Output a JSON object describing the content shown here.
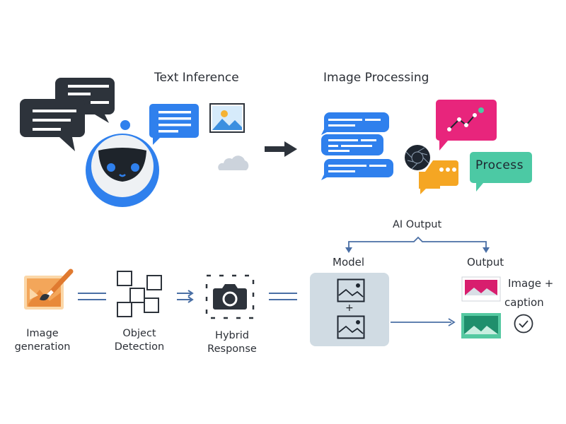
{
  "top": {
    "text_inference": {
      "title": "Text Inference"
    },
    "image_processing": {
      "title": "Image Processing"
    },
    "process_bubble": {
      "label": "Process"
    }
  },
  "bottom": {
    "steps": [
      {
        "line1": "Image",
        "line2": "generation"
      },
      {
        "line1": "Object",
        "line2": "Detection"
      },
      {
        "line1": "Hybrid",
        "line2": "Response"
      }
    ],
    "ai_output": {
      "label": "AI Output"
    },
    "model": {
      "label": "Model",
      "plus": "+"
    },
    "output": {
      "label": "Output",
      "caption_line1": "Image +",
      "caption_line2": "caption"
    }
  },
  "colors": {
    "dark": "#2d333b",
    "blue": "#2f80ed",
    "magenta": "#e8257c",
    "teal": "#4cc9a4",
    "amber": "#f5a623",
    "orange": "#f0a050",
    "connector": "#4a6fa5",
    "model_bg": "#d0dbe3"
  }
}
